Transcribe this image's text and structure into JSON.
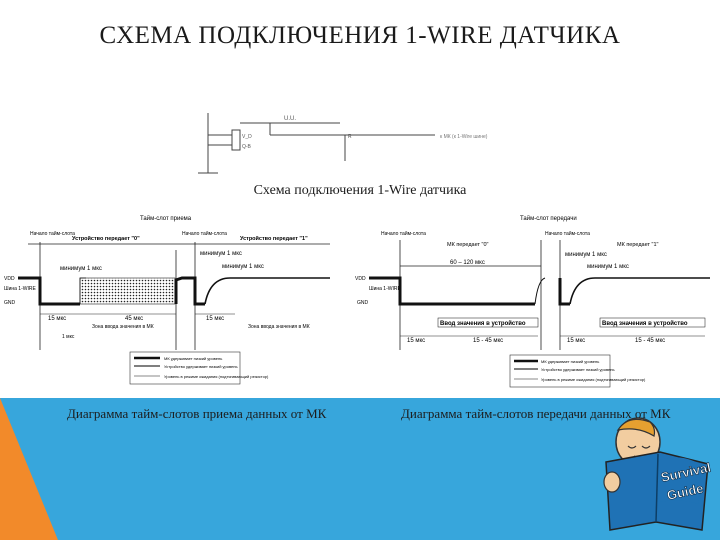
{
  "page": {
    "title": "СХЕМА ПОДКЛЮЧЕНИЯ 1-WIRE ДАТЧИКА",
    "wiring_caption": "Схема подключения 1-Wire датчика",
    "caption_receive": "Диаграмма тайм-слотов приема данных от МК",
    "caption_transmit": "Диаграмма тайм-слотов передачи данных от МК"
  },
  "wiring": {
    "vdd_label": "U.U.",
    "pin1_label": "V_D",
    "pin2_label": "Q-B",
    "to_label": "к МК (к 1-Wire шине)",
    "res_label": "R"
  },
  "receive_diagram": {
    "slot_label": "Тайм-слот приема",
    "start_label": "Начало тайм-слота",
    "start_label2": "Начало тайм-слота",
    "dev0_label": "Устройство передает \"0\"",
    "dev1_label": "Устройство передает \"1\"",
    "min1_a": "минимум 1 мкс",
    "min1_b": "минимум 1 мкс",
    "min1_c": "минимум 1 мкс",
    "vdd": "VDD",
    "bus": "Шина 1-WIRE",
    "gnd": "GND",
    "t15a": "15 мкс",
    "t45": "45 мкс",
    "t15b": "15 мкс",
    "t1us": "1 мкс",
    "zone1": "Зона ввода значения в МК",
    "zone2": "Зона ввода значения в МК",
    "legend": [
      "МК удерживает низкий уровень",
      "Устройство удерживает низкий уровень",
      "Уровень в режиме ожидания (подтягивающий резистор)"
    ]
  },
  "transmit_diagram": {
    "slot_label": "Тайм-слот передачи",
    "start_label": "Начало тайм-слота",
    "start_label2": "Начало тайм-слота",
    "mk0_label": "МК передает \"0\"",
    "mk1_label": "МК передает \"1\"",
    "min1_a": "минимум 1 мкс",
    "min1_b": "минимум 1 мкс",
    "range": "60 – 120 мкс",
    "vdd": "VDD",
    "bus": "Шина 1-WIRE",
    "gnd": "GND",
    "input0": "Ввод значения в устройство",
    "input1": "Ввод значения в устройство",
    "t15a": "15 мкс",
    "t1545a": "15 - 45 мкс",
    "t15b": "15 мкс",
    "t1545b": "15 - 45 мкс",
    "legend": [
      "МК удерживает низкий уровень",
      "Устройство удерживает низкий уровень",
      "Уровень в режиме ожидания (подтягивающий резистор)"
    ]
  },
  "logo": {
    "line1": "Survival",
    "line2": "Guide"
  },
  "colors": {
    "band": "#37a6dc",
    "accent": "#f28a2a"
  }
}
